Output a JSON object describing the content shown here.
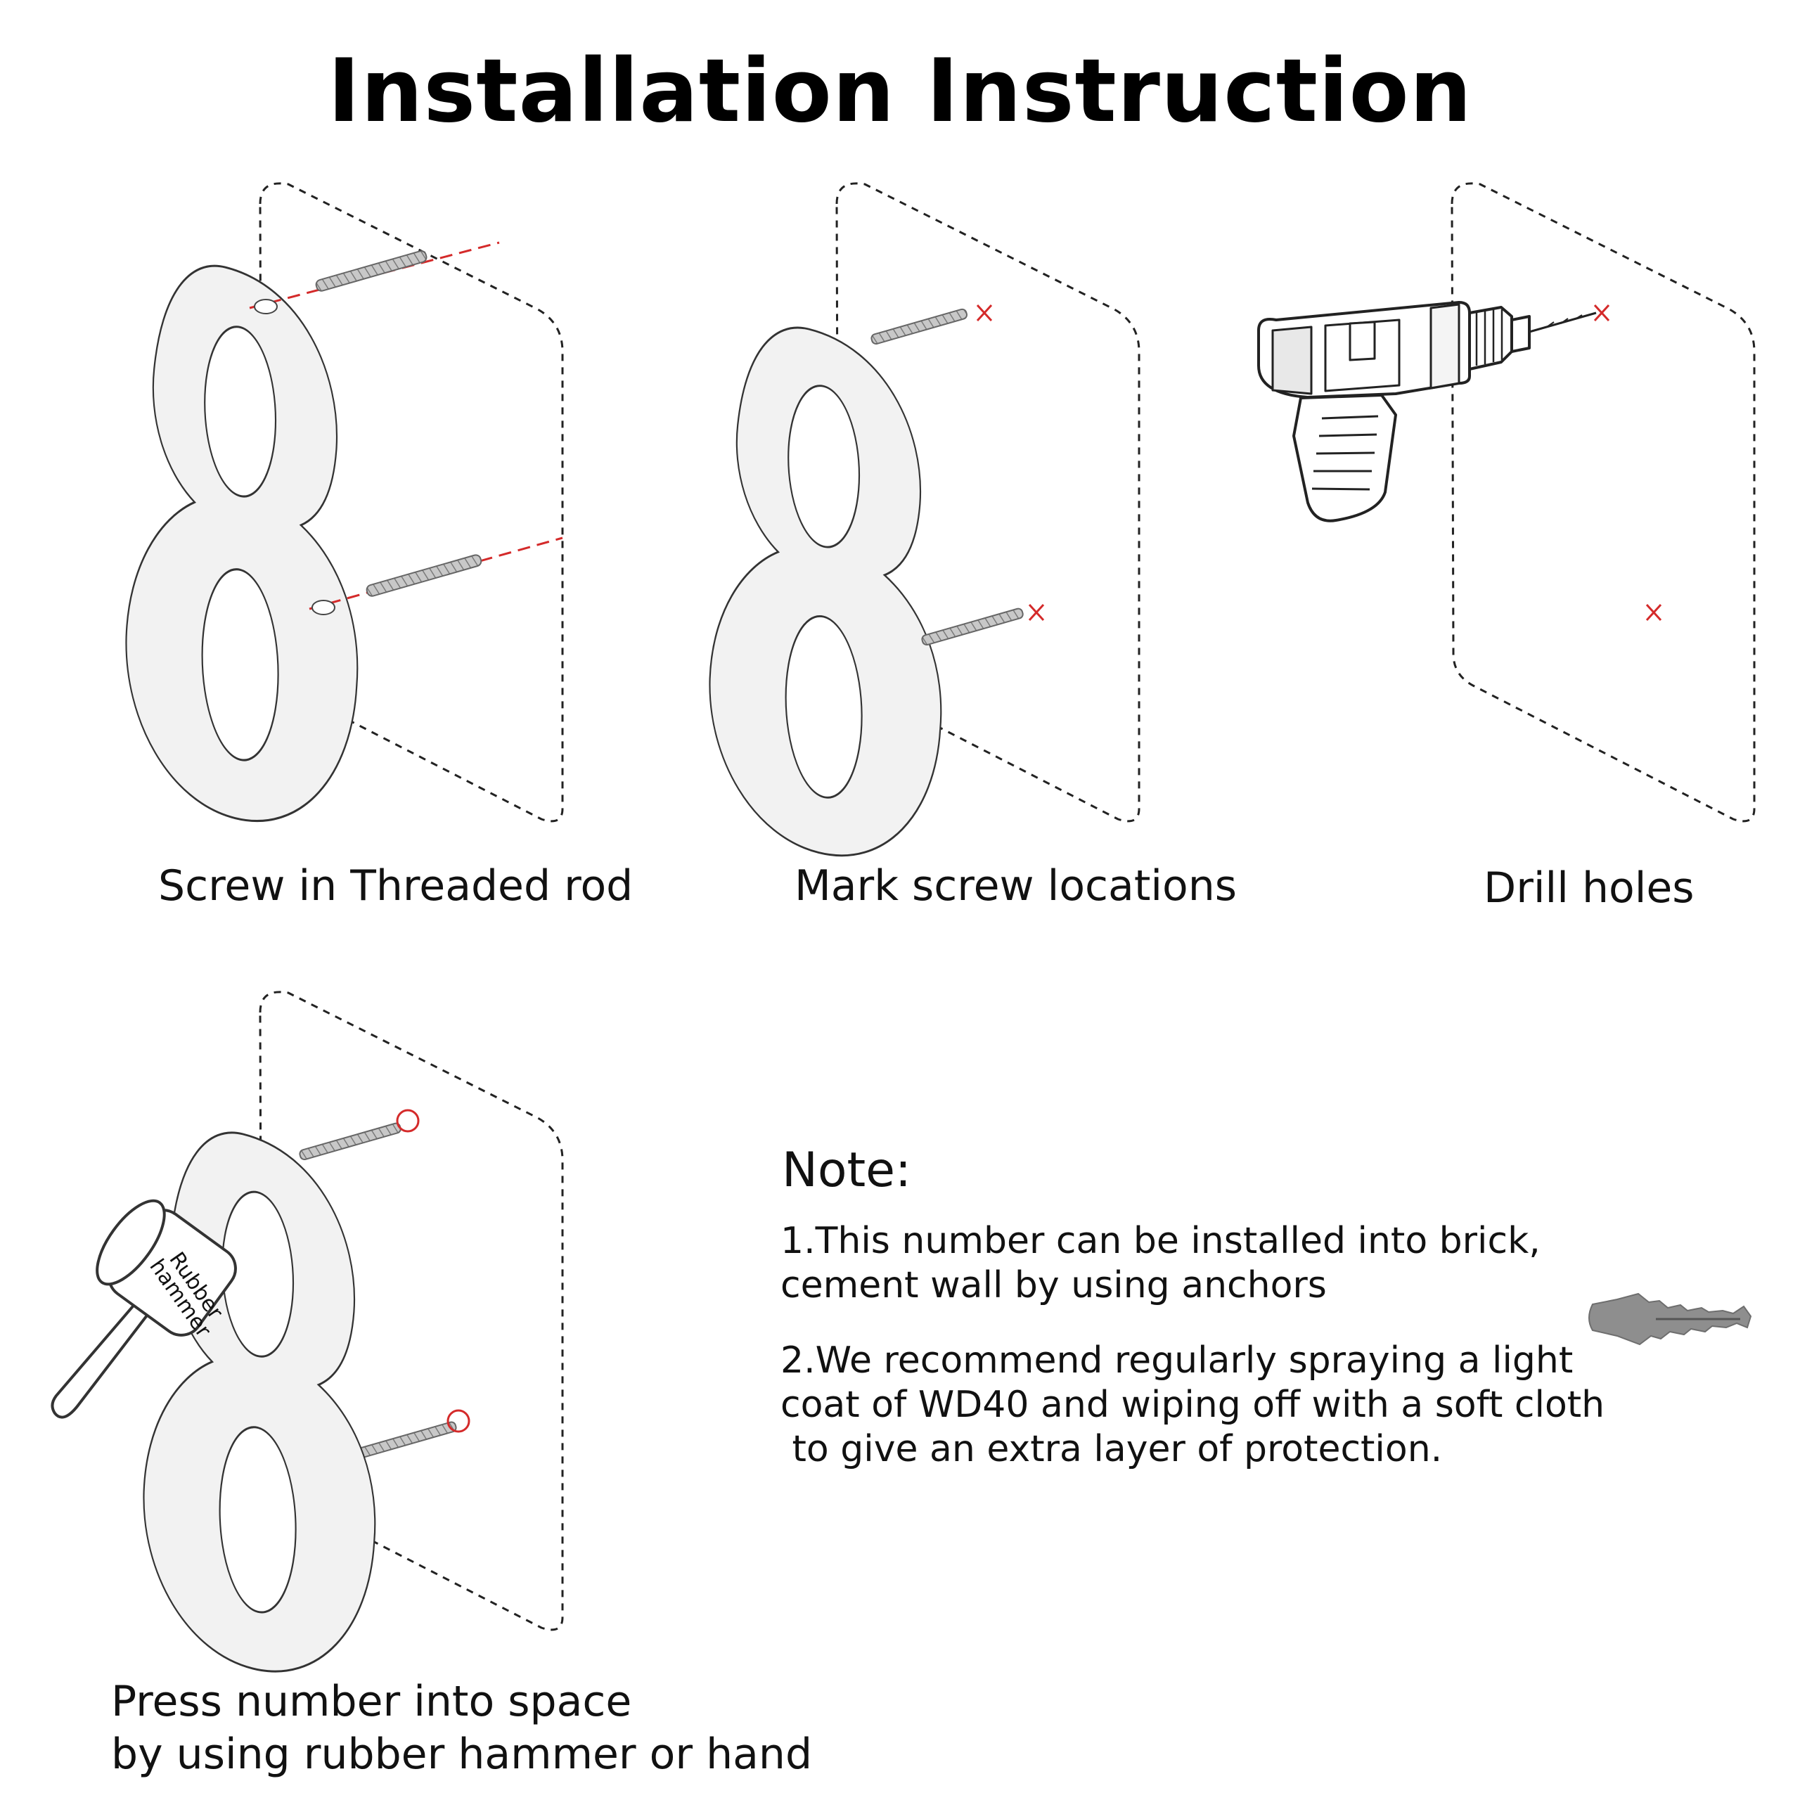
{
  "title": "Installation Instruction",
  "steps": [
    {
      "caption": "Screw in Threaded rod"
    },
    {
      "caption": "Mark screw locations"
    },
    {
      "caption": "Drill holes"
    },
    {
      "caption_line1": "Press number into space",
      "caption_line2": "by using rubber hammer or hand"
    }
  ],
  "hammer_label": {
    "line1": "Rubber",
    "line2": "hammer"
  },
  "note": {
    "heading": "Note:",
    "item1_line1": "1.This number can be installed into brick,",
    "item1_line2": "cement wall by using anchors",
    "item2_line1": "2.We recommend regularly spraying a light",
    "item2_line2": "coat of WD40 and wiping off with a soft cloth",
    "item2_line3": " to give an extra layer of protection."
  },
  "colors": {
    "marker": "#d42a2a",
    "line": "#222222",
    "rod": "#bdbdbd",
    "anchor": "#8e8e8e"
  },
  "icons": [
    "threaded-rod-icon",
    "drill-icon",
    "rubber-hammer-icon",
    "wall-anchor-icon",
    "house-number-eight-icon"
  ]
}
